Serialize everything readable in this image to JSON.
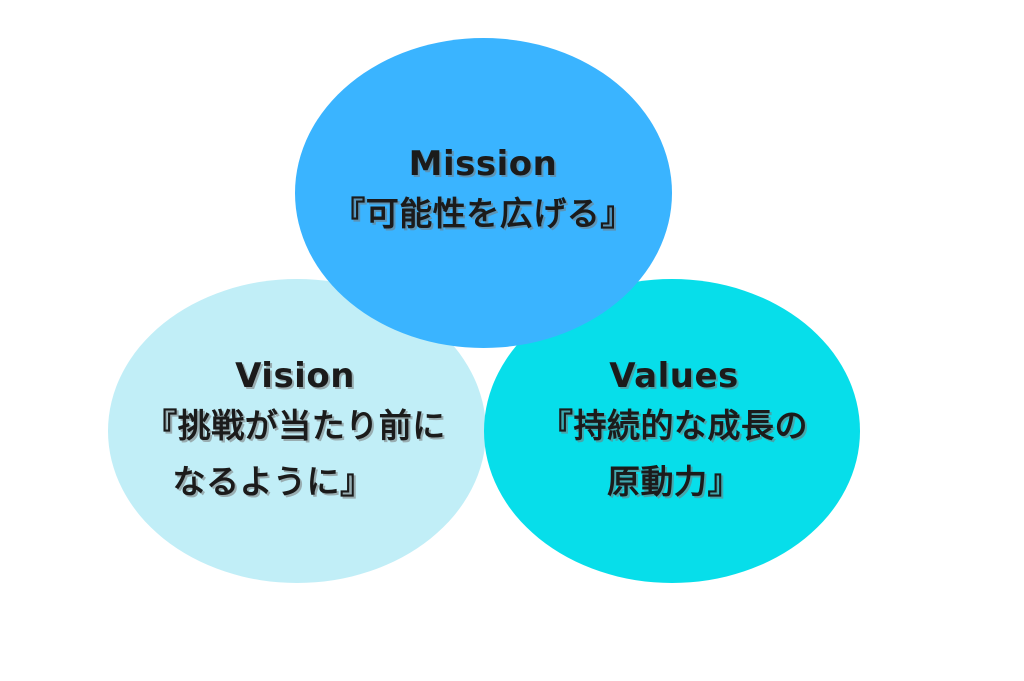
{
  "colors": {
    "mission": "#3ab4ff",
    "vision": "#c1eef7",
    "values": "#07deea",
    "background": "#ffffff",
    "text": "#1b1b1b"
  },
  "mission": {
    "title": "Mission",
    "line1": "『可能性を広げる』"
  },
  "vision": {
    "title": "Vision",
    "line1": "『挑戦が当たり前に",
    "line2": "なるように』"
  },
  "values": {
    "title": "Values",
    "line1": "『持続的な成長の",
    "line2": "原動力』"
  }
}
